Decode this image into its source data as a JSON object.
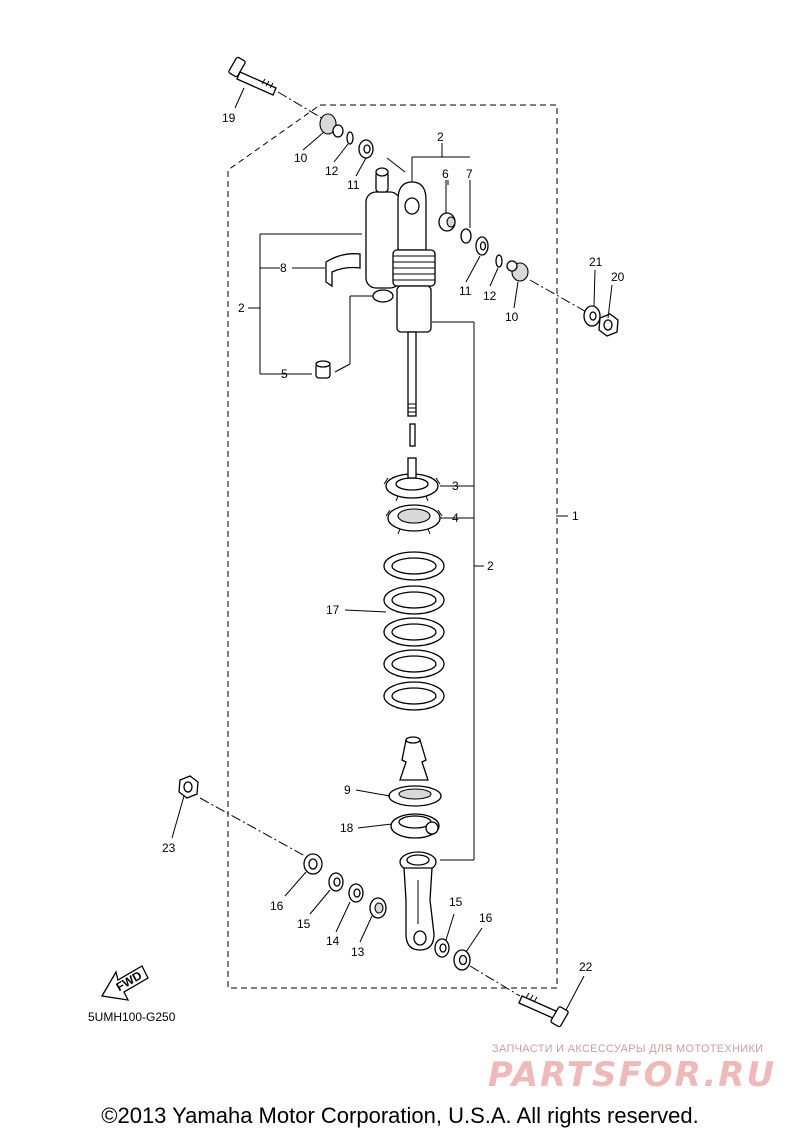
{
  "diagram": {
    "code": "5UMH100-G250",
    "fwd_label": "FWD",
    "callouts": [
      {
        "id": "c19",
        "text": "19"
      },
      {
        "id": "c10a",
        "text": "10"
      },
      {
        "id": "c12a",
        "text": "12"
      },
      {
        "id": "c11a",
        "text": "11"
      },
      {
        "id": "c2a",
        "text": "2"
      },
      {
        "id": "c6",
        "text": "6"
      },
      {
        "id": "c7",
        "text": "7"
      },
      {
        "id": "c8",
        "text": "8"
      },
      {
        "id": "c2b",
        "text": "2"
      },
      {
        "id": "c5",
        "text": "5"
      },
      {
        "id": "c11b",
        "text": "11"
      },
      {
        "id": "c12b",
        "text": "12"
      },
      {
        "id": "c10b",
        "text": "10"
      },
      {
        "id": "c21",
        "text": "21"
      },
      {
        "id": "c20",
        "text": "20"
      },
      {
        "id": "c3",
        "text": "3"
      },
      {
        "id": "c4",
        "text": "4"
      },
      {
        "id": "c1",
        "text": "1"
      },
      {
        "id": "c2c",
        "text": "2"
      },
      {
        "id": "c17",
        "text": "17"
      },
      {
        "id": "c9",
        "text": "9"
      },
      {
        "id": "c18",
        "text": "18"
      },
      {
        "id": "c23",
        "text": "23"
      },
      {
        "id": "c16a",
        "text": "16"
      },
      {
        "id": "c15a",
        "text": "15"
      },
      {
        "id": "c14",
        "text": "14"
      },
      {
        "id": "c13",
        "text": "13"
      },
      {
        "id": "c15b",
        "text": "15"
      },
      {
        "id": "c16b",
        "text": "16"
      },
      {
        "id": "c22",
        "text": "22"
      }
    ]
  },
  "watermark": {
    "tagline": "ЗАПЧАСТИ И АКСЕССУАРЫ ДЛЯ МОТОТЕХНИКИ",
    "logo": "PARTSFOR.RU"
  },
  "footer": {
    "copyright": "©2013 Yamaha Motor Corporation, U.S.A. All rights reserved."
  }
}
